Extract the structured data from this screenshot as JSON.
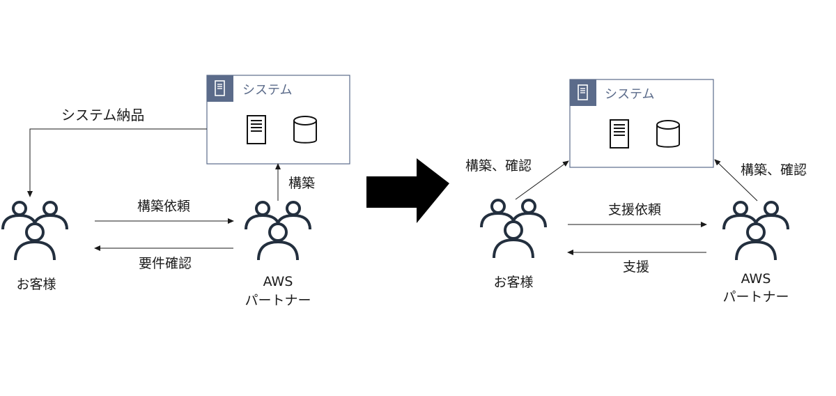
{
  "left": {
    "system": {
      "title": "システム"
    },
    "customer": {
      "label": "お客様"
    },
    "partner": {
      "label_line1": "AWS",
      "label_line2": "パートナー"
    },
    "edges": {
      "delivery": "システム納品",
      "build": "構築",
      "request": "構築依頼",
      "requirements": "要件確認"
    }
  },
  "right": {
    "system": {
      "title": "システム"
    },
    "customer": {
      "label": "お客様"
    },
    "partner": {
      "label_line1": "AWS",
      "label_line2": "パートナー"
    },
    "edges": {
      "customer_build": "構築、確認",
      "partner_build": "構築、確認",
      "support_request": "支援依頼",
      "support": "支援"
    }
  },
  "colors": {
    "icon_stroke": "#232f3e",
    "system_header": "#5b6b8a",
    "line": "#1a1a1a",
    "arrow": "#000000"
  },
  "icons": [
    "users-icon",
    "server-icon",
    "database-icon"
  ]
}
